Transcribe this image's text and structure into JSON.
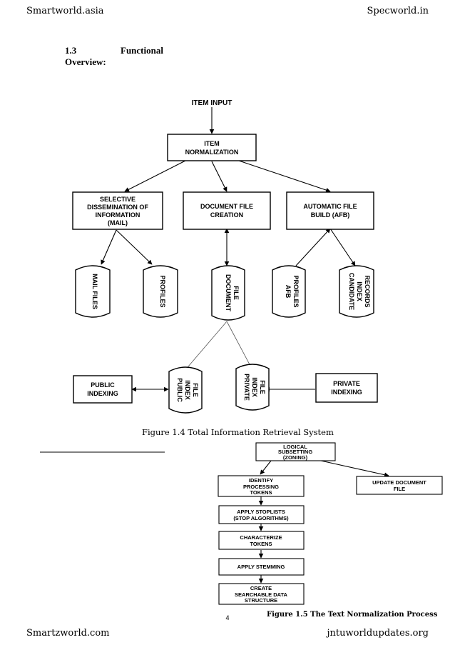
{
  "header": {
    "left": "Smartworld.asia",
    "right": "Specworld.in"
  },
  "footer": {
    "left": "Smartzworld.com",
    "right": "jntuworldupdates.org"
  },
  "section": {
    "number": "1.3",
    "title_line1": "Functional",
    "title_line2": "Overview:"
  },
  "page_number": "4",
  "figure1": {
    "caption": "Figure 1.4  Total Information Retrieval System",
    "item_input": "ITEM INPUT",
    "normalization": [
      "ITEM",
      "NORMALIZATION"
    ],
    "selective": [
      "SELECTIVE",
      "DISSEMINATION OF",
      "INFORMATION",
      "(MAIL)"
    ],
    "document_creation": [
      "DOCUMENT FILE",
      "CREATION"
    ],
    "automatic": [
      "AUTOMATIC FILE",
      "BUILD (AFB)"
    ],
    "mail_files": [
      "MAIL FILES"
    ],
    "profiles": [
      "PROFILES"
    ],
    "document_file": [
      "DOCUMENT",
      "FILE"
    ],
    "afb_profiles": [
      "AFB",
      "PROFILES"
    ],
    "candidate": [
      "CANDIDATE",
      "INDEX",
      "RECORDS"
    ],
    "public_indexing": [
      "PUBLIC",
      "INDEXING"
    ],
    "public_index_file": [
      "PUBLIC",
      "INDEX",
      "FILE"
    ],
    "private_index_file": [
      "PRIVATE",
      "INDEX",
      "FILE"
    ],
    "private_indexing": [
      "PRIVATE",
      "INDEXING"
    ]
  },
  "figure2": {
    "caption": "Figure 1.5  The Text Normalization Process",
    "logical": [
      "LOGICAL",
      "SUBSETTING",
      "(ZONING)"
    ],
    "identify": [
      "IDENTIFY",
      "PROCESSING",
      "TOKENS"
    ],
    "update": [
      "UPDATE DOCUMENT",
      "FILE"
    ],
    "stoplists": [
      "APPLY STOPLISTS",
      "(STOP ALGORITHMS)"
    ],
    "characterize": [
      "CHARACTERIZE",
      "TOKENS"
    ],
    "stemming": [
      "APPLY STEMMING"
    ],
    "searchable": [
      "CREATE",
      "SEARCHABLE DATA",
      "STRUCTURE"
    ]
  }
}
